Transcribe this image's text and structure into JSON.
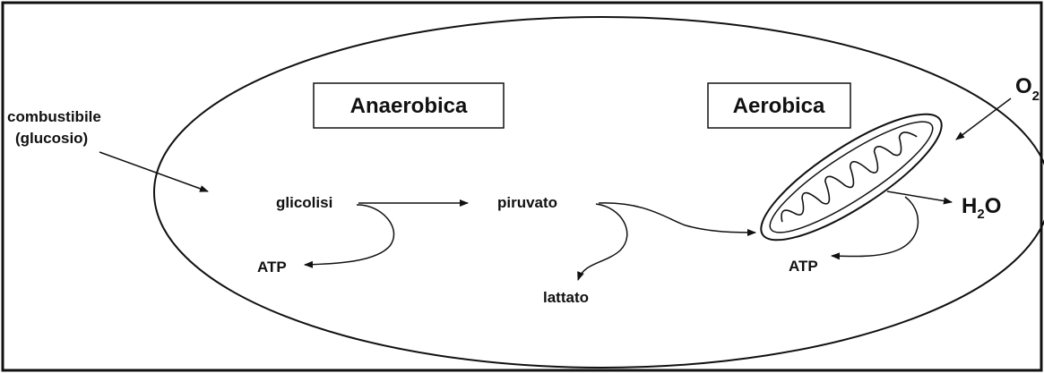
{
  "input": {
    "line1": "combustibile",
    "line2": "(glucosio)"
  },
  "boxes": {
    "anaerobic": "Anaerobica",
    "aerobic": "Aerobica"
  },
  "nodes": {
    "glycolysis": "glicolisi",
    "pyruvate": "piruvato",
    "lactate": "lattato",
    "atp_anaerobic": "ATP",
    "atp_aerobic": "ATP"
  },
  "gases": {
    "oxygen": "O",
    "oxygen_sub": "2",
    "water_h": "H",
    "water_sub": "2",
    "water_o": "O"
  },
  "colors": {
    "stroke": "#111111",
    "background": "#ffffff"
  }
}
